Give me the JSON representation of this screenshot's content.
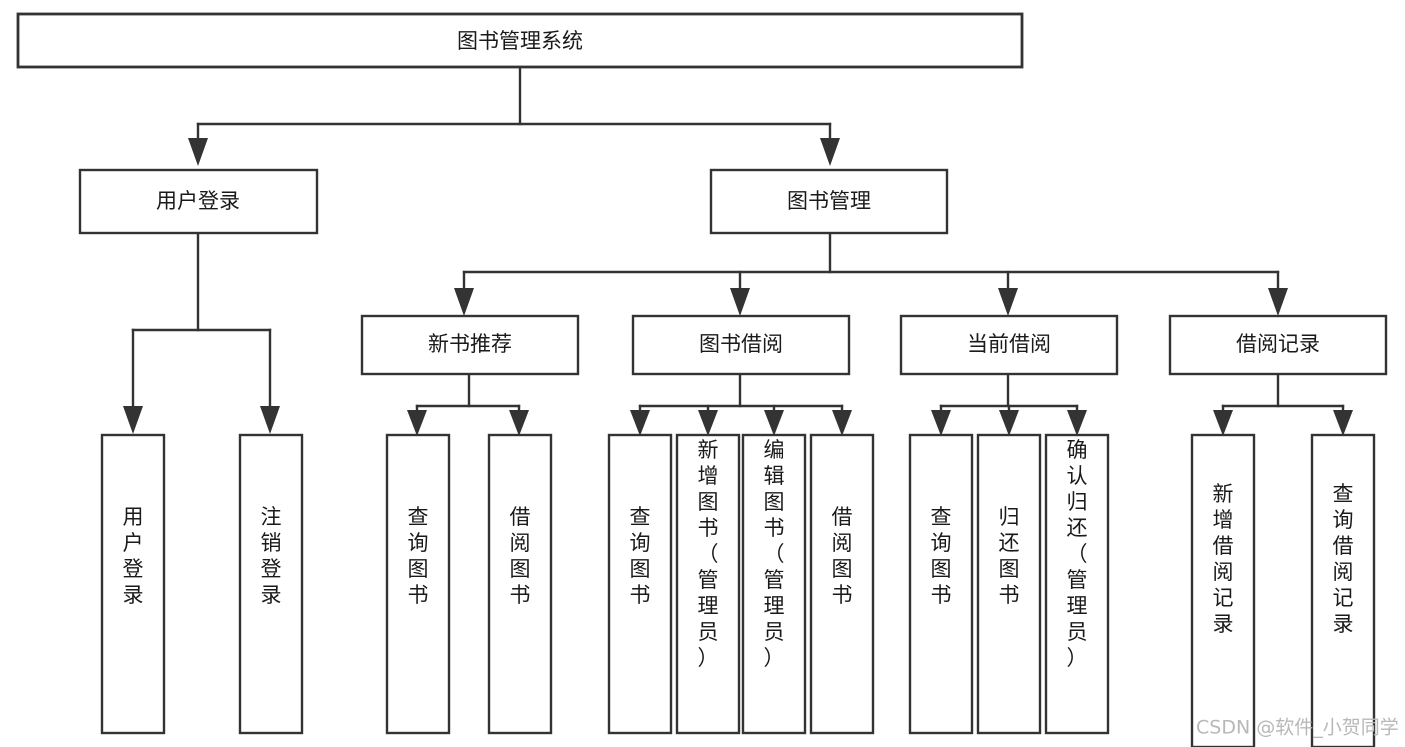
{
  "diagram": {
    "type": "tree",
    "title": "图书管理系统",
    "colors": {
      "box_stroke": "#333333",
      "box_fill": "#ffffff",
      "text": "#1a1a1a",
      "connector": "#333333",
      "watermark": "#b8b8b8",
      "background": "#ffffff"
    },
    "levels": {
      "root": {
        "label": "图书管理系统"
      },
      "level2": [
        {
          "label": "用户登录"
        },
        {
          "label": "图书管理"
        }
      ],
      "level3": [
        {
          "label": "新书推荐"
        },
        {
          "label": "图书借阅"
        },
        {
          "label": "当前借阅"
        },
        {
          "label": "借阅记录"
        }
      ],
      "leaves_user_login": [
        {
          "label": "用户登录"
        },
        {
          "label": "注销登录"
        }
      ],
      "leaves_new_books": [
        {
          "label": "查询图书"
        },
        {
          "label": "借阅图书"
        }
      ],
      "leaves_borrow": [
        {
          "label": "查询图书"
        },
        {
          "label": "新增图书（管理员）"
        },
        {
          "label": "编辑图书（管理员）"
        },
        {
          "label": "借阅图书"
        }
      ],
      "leaves_current": [
        {
          "label": "查询图书"
        },
        {
          "label": "归还图书"
        },
        {
          "label": "确认归还（管理员）"
        }
      ],
      "leaves_records": [
        {
          "label": "新增借阅记录"
        },
        {
          "label": "查询借阅记录"
        }
      ]
    }
  },
  "watermark": {
    "text": "CSDN @软件_小贺同学"
  }
}
